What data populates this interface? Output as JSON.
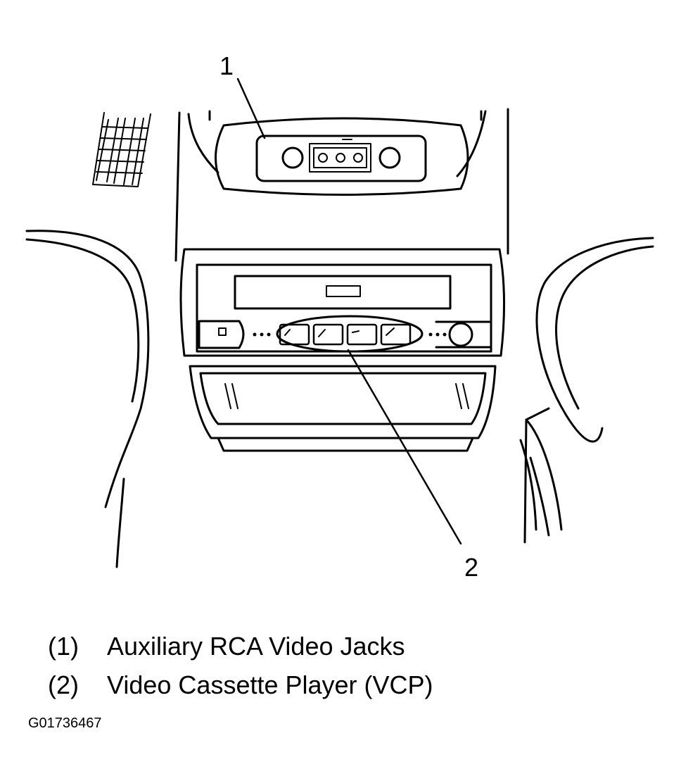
{
  "callouts": [
    {
      "number": "1"
    },
    {
      "number": "2"
    }
  ],
  "legend": [
    {
      "num": "(1)",
      "label": "Auxiliary RCA Video Jacks"
    },
    {
      "num": "(2)",
      "label": "Video Cassette Player (VCP)"
    }
  ],
  "figure_id": "G01736467",
  "colors": {
    "line": "#000000",
    "background": "#ffffff"
  }
}
